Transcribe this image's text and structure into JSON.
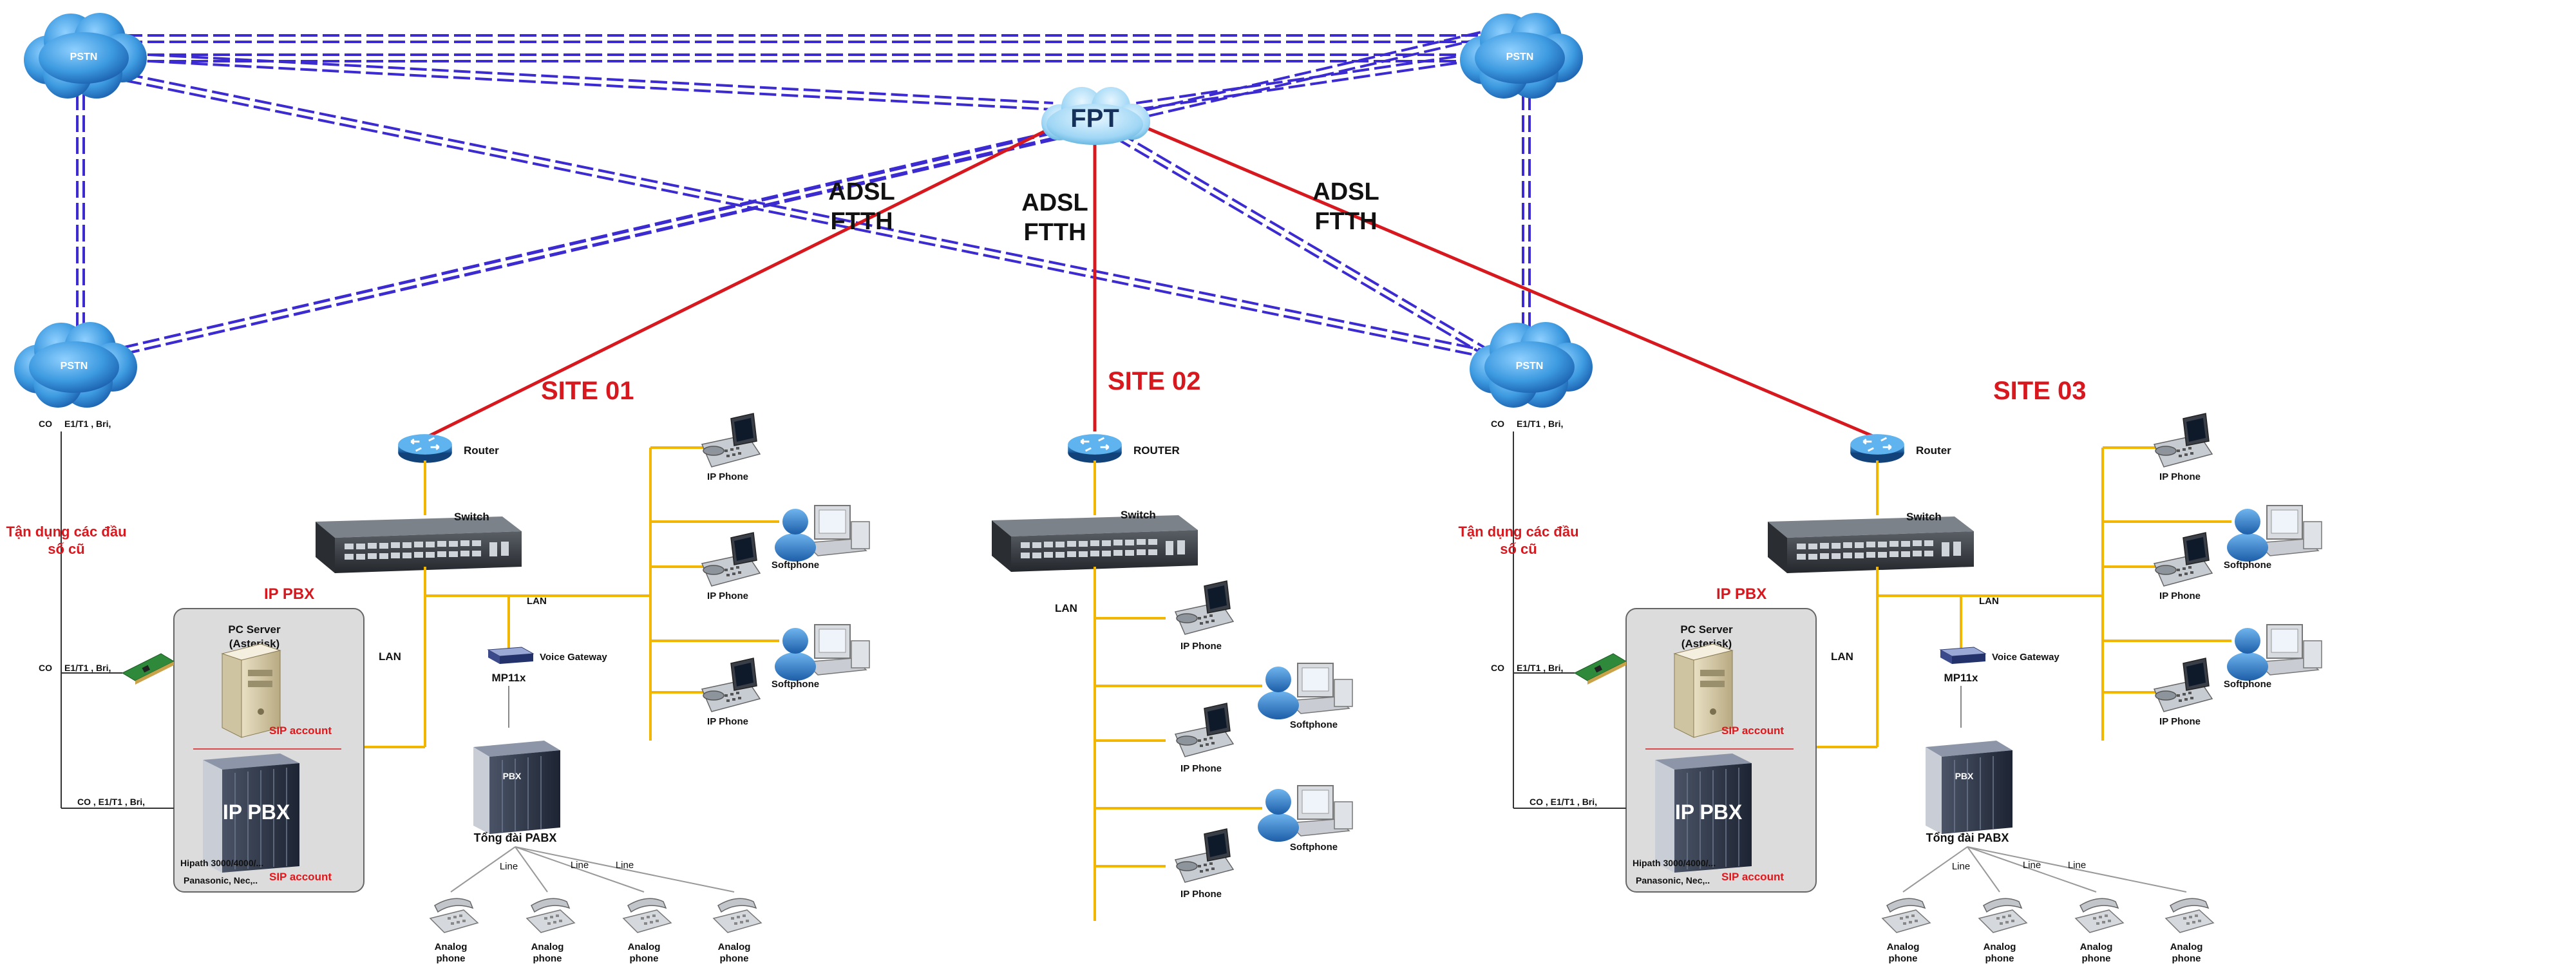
{
  "colors": {
    "pstn_link": "#3b2bd0",
    "wan_link": "#d7191f",
    "lan": "#f2b600",
    "site_title": "#d7191f",
    "cloud": "#3d9ae0"
  },
  "core": {
    "cloud_label": "FPT",
    "wan_label_line1": "ADSL",
    "wan_label_line2": "FTTH"
  },
  "pstn": {
    "label": "PSTN"
  },
  "site1": {
    "title": "SITE 01",
    "router": "Router",
    "switch": "Switch",
    "lan": "LAN",
    "lan2": "LAN",
    "ip_pbx_title": "IP PBX",
    "pc_server_line1": "PC Server",
    "pc_server_line2": "(Asterisk)",
    "sip_account": "SIP account",
    "ip_pbx_label": "IP PBX",
    "hipath_line1": "Hipath 3000/4000/...",
    "hipath_line2": "Panasonic, Nec,..",
    "voice_gateway": "Voice Gateway",
    "mp11x": "MP11x",
    "pbx_label": "PBX",
    "pabx": "Tổng đài PABX",
    "reuse_line1": "Tận dụng các đầu",
    "reuse_line2": "số cũ",
    "co_top_left": "CO",
    "co_top_right": "E1/T1 , Bri,",
    "co_mid_left": "CO",
    "co_mid_right": "E1/T1 , Bri,",
    "co_bottom": "CO , E1/T1 , Bri,",
    "line_label": "Line",
    "endpoints": [
      "IP Phone",
      "Softphone",
      "IP Phone",
      "Softphone",
      "IP Phone"
    ],
    "analog": "Analog",
    "phone": "phone"
  },
  "site2": {
    "title": "SITE 02",
    "router": "ROUTER",
    "switch": "Switch",
    "lan": "LAN",
    "endpoints": [
      "IP Phone",
      "Softphone",
      "IP Phone",
      "Softphone",
      "IP Phone"
    ]
  },
  "site3": {
    "title": "SITE 03",
    "router": "Router",
    "switch": "Switch",
    "lan": "LAN",
    "lan2": "LAN",
    "ip_pbx_title": "IP PBX",
    "pc_server_line1": "PC Server",
    "pc_server_line2": "(Asterisk)",
    "sip_account": "SIP account",
    "ip_pbx_label": "IP PBX",
    "hipath_line1": "Hipath 3000/4000/...",
    "hipath_line2": "Panasonic, Nec,..",
    "voice_gateway": "Voice Gateway",
    "mp11x": "MP11x",
    "pbx_label": "PBX",
    "pabx": "Tổng đài PABX",
    "reuse_line1": "Tận dụng các đầu",
    "reuse_line2": "số cũ",
    "co_top_left": "CO",
    "co_top_right": "E1/T1 , Bri,",
    "co_mid_left": "CO",
    "co_mid_right": "E1/T1 , Bri,",
    "co_bottom": "CO , E1/T1 , Bri,",
    "line_label": "Line",
    "endpoints": [
      "IP Phone",
      "Softphone",
      "IP Phone",
      "Softphone",
      "IP Phone"
    ],
    "analog": "Analog",
    "phone": "phone"
  }
}
